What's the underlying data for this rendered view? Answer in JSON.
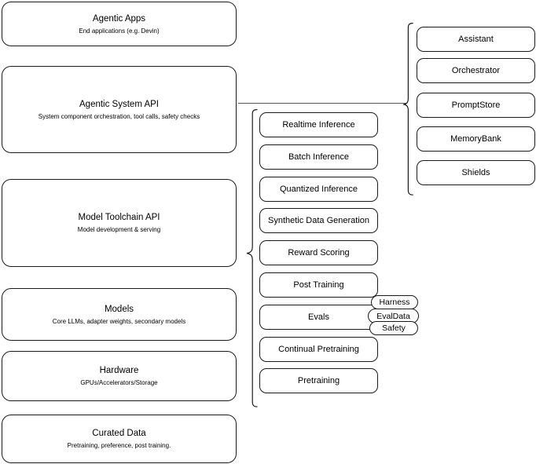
{
  "diagram": {
    "title": "Agentic stack layer diagram",
    "stroke_color": "#1a1a1a",
    "line_color": "#555555",
    "background": "#ffffff"
  },
  "layers": [
    {
      "title": "Agentic Apps",
      "subtitle": "End applications (e.g. Devin)"
    },
    {
      "title": "Agentic System API",
      "subtitle": "System component orchestration, tool calls, safety checks"
    },
    {
      "title": "Model Toolchain API",
      "subtitle": "Model development & serving"
    },
    {
      "title": "Models",
      "subtitle": "Core LLMs, adapter weights, secondary models"
    },
    {
      "title": "Hardware",
      "subtitle": "GPUs/Accelerators/Storage"
    },
    {
      "title": "Curated Data",
      "subtitle": "Pretraining, preference, post training."
    }
  ],
  "system_components": [
    {
      "label": "Assistant"
    },
    {
      "label": "Orchestrator"
    },
    {
      "label": "PromptStore"
    },
    {
      "label": "MemoryBank"
    },
    {
      "label": "Shields"
    }
  ],
  "toolchain_components": [
    {
      "label": "Realtime Inference"
    },
    {
      "label": "Batch Inference"
    },
    {
      "label": "Quantized Inference"
    },
    {
      "label": "Synthetic Data Generation"
    },
    {
      "label": "Reward Scoring"
    },
    {
      "label": "Post Training"
    },
    {
      "label": "Evals"
    },
    {
      "label": "Continual Pretraining"
    },
    {
      "label": "Pretraining"
    }
  ],
  "evals_subcomponents": [
    {
      "label": "Harness"
    },
    {
      "label": "EvalData"
    },
    {
      "label": "Safety"
    }
  ]
}
